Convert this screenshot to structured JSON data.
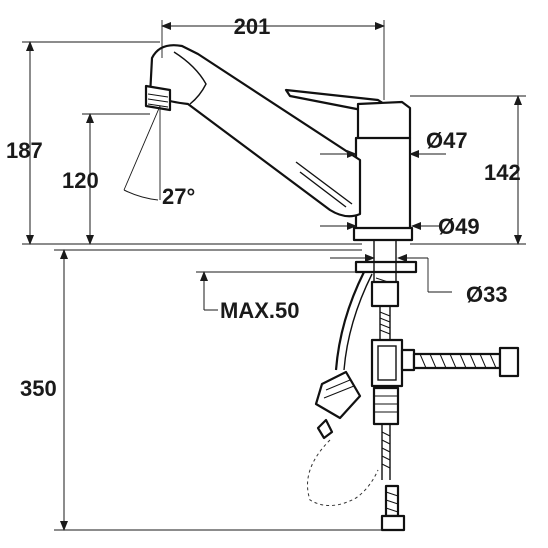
{
  "diagram": {
    "dimensions": {
      "overall_width": "201",
      "total_height": "187",
      "spout_height": "120",
      "body_height": "142",
      "swivel_angle": "27°",
      "body_diameter_upper": "Ø47",
      "body_diameter_lower": "Ø49",
      "mounting_hole": "Ø33",
      "max_counter_thickness": "MAX.50",
      "hose_length": "350"
    }
  }
}
